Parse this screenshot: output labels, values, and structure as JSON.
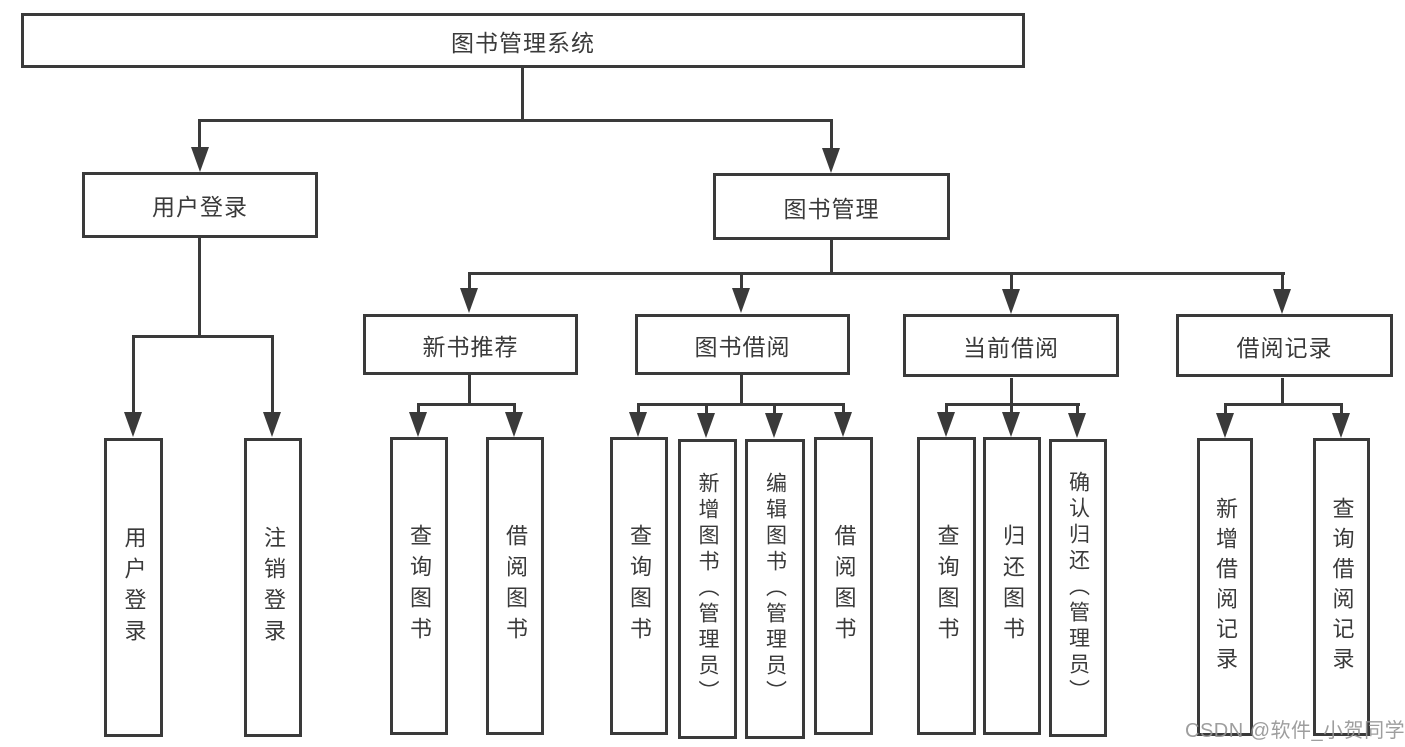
{
  "diagram": {
    "type": "hierarchy-tree",
    "colors": {
      "background": "#ffffff",
      "line": "#3a3a3a",
      "box_border": "#3a3a3a",
      "text": "#3a3a3a",
      "watermark": "#969696"
    }
  },
  "nodes": {
    "root": {
      "label": "图书管理系统"
    },
    "user_login": {
      "label": "用户登录"
    },
    "book_management": {
      "label": "图书管理"
    },
    "new_book_recommend": {
      "label": "新书推荐"
    },
    "book_borrow": {
      "label": "图书借阅"
    },
    "current_borrow": {
      "label": "当前借阅"
    },
    "borrow_records": {
      "label": "借阅记录"
    },
    "leaves": {
      "user_login_action": {
        "label": "用户登录"
      },
      "logout_action": {
        "label": "注销登录"
      },
      "query_book_recommend": {
        "label": "查询图书"
      },
      "borrow_book_recommend": {
        "label": "借阅图书"
      },
      "query_book_borrow": {
        "label": "查询图书"
      },
      "add_book_admin": {
        "label": "新增图书（管理员）"
      },
      "edit_book_admin": {
        "label": "编辑图书（管理员）"
      },
      "borrow_book_action": {
        "label": "借阅图书"
      },
      "query_book_current": {
        "label": "查询图书"
      },
      "return_book": {
        "label": "归还图书"
      },
      "confirm_return_admin": {
        "label": "确认归还（管理员）"
      },
      "add_borrow_record": {
        "label": "新增借阅记录"
      },
      "query_borrow_record": {
        "label": "查询借阅记录"
      }
    }
  },
  "watermark": {
    "text": "CSDN @软件_小贺同学"
  }
}
